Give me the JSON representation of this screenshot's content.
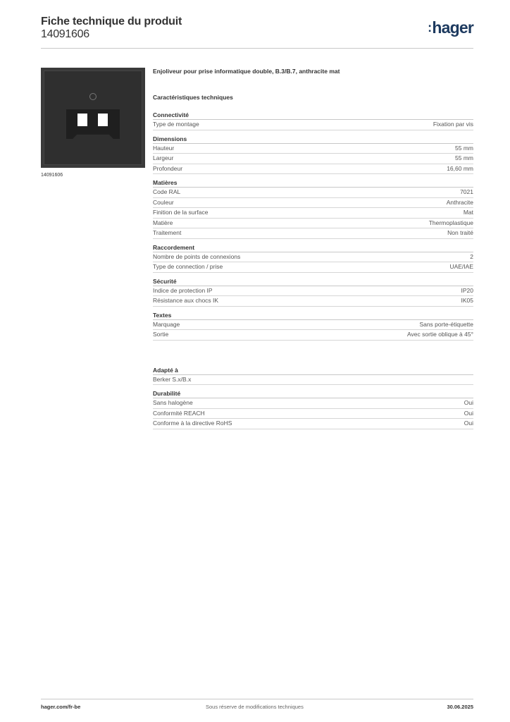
{
  "header": {
    "title": "Fiche technique du produit",
    "product_number": "14091606",
    "logo_text": "hager",
    "brand_color": "#1d3a5f"
  },
  "product": {
    "image_caption": "14091606",
    "description": "Enjoliveur pour prise informatique double, B.3/B.7, anthracite mat",
    "characteristics_title": "Caractéristiques techniques"
  },
  "sections": [
    {
      "title": "Connectivité",
      "rows": [
        {
          "label": "Type de montage",
          "value": "Fixation par vis"
        }
      ]
    },
    {
      "title": "Dimensions",
      "rows": [
        {
          "label": "Hauteur",
          "value": "55 mm"
        },
        {
          "label": "Largeur",
          "value": "55 mm"
        },
        {
          "label": "Profondeur",
          "value": "16,60 mm"
        }
      ]
    },
    {
      "title": "Matières",
      "rows": [
        {
          "label": "Code RAL",
          "value": "7021"
        },
        {
          "label": "Couleur",
          "value": "Anthracite"
        },
        {
          "label": "Finition de la surface",
          "value": "Mat"
        },
        {
          "label": "Matière",
          "value": "Thermoplastique"
        },
        {
          "label": "Traitement",
          "value": "Non traité"
        }
      ]
    },
    {
      "title": "Raccordement",
      "rows": [
        {
          "label": "Nombre de points de connexions",
          "value": "2"
        },
        {
          "label": "Type de connection / prise",
          "value": "UAE/IAE"
        }
      ]
    },
    {
      "title": "Sécurité",
      "rows": [
        {
          "label": "Indice de protection IP",
          "value": "IP20"
        },
        {
          "label": "Résistance aux chocs IK",
          "value": "IK05"
        }
      ]
    },
    {
      "title": "Textes",
      "rows": [
        {
          "label": "Marquage",
          "value": "Sans porte-étiquette"
        },
        {
          "label": "Sortie",
          "value": "Avec sortie oblique à 45°"
        }
      ]
    }
  ],
  "adapted": {
    "title": "Adapté à",
    "rows": [
      {
        "label": "Berker S.x/B.x",
        "value": ""
      }
    ]
  },
  "durability": {
    "title": "Durabilité",
    "rows": [
      {
        "label": "Sans halogène",
        "value": "Oui"
      },
      {
        "label": "Conformité REACH",
        "value": "Oui"
      },
      {
        "label": "Conforme à la directive RoHS",
        "value": "Oui"
      }
    ]
  },
  "footer": {
    "website": "hager.com/fr-be",
    "disclaimer": "Sous réserve de modifications techniques",
    "date": "30.06.2025"
  }
}
